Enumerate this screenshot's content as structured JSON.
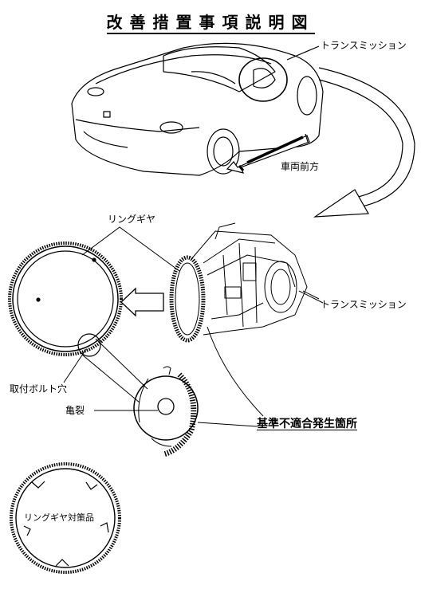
{
  "title": "改善措置事項説明図",
  "labels": {
    "transmission_top": "トランスミッション",
    "vehicle_forward": "車両前方",
    "ring_gear": "リングギヤ",
    "transmission_mid": "トランスミッション",
    "mounting_bolt_hole": "取付ボルト穴",
    "crack": "亀裂",
    "nonconformity_location": "基準不適合発生箇所",
    "countermeasure_ring_gear": "リングギヤ対策品"
  },
  "colors": {
    "line": "#000000",
    "background": "#ffffff"
  }
}
